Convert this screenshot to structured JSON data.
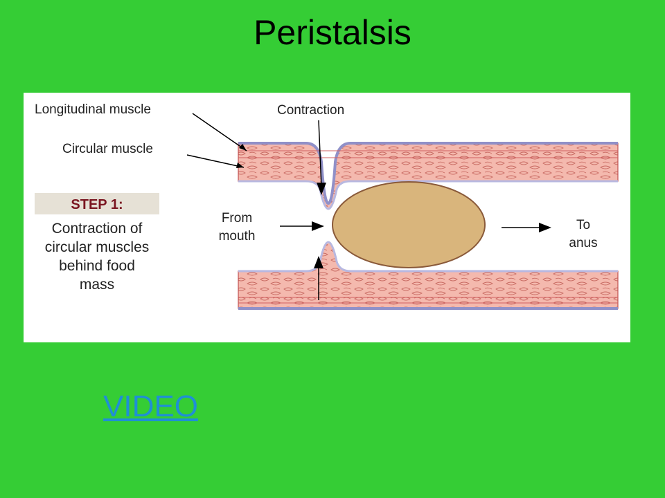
{
  "slide": {
    "title": "Peristalsis",
    "link_label": "VIDEO"
  },
  "diagram": {
    "label_longitudinal": "Longitudinal muscle",
    "label_circular": "Circular muscle",
    "label_contraction": "Contraction",
    "step_title": "STEP 1:",
    "step_lines": [
      "Contraction of",
      "circular muscles",
      "behind food",
      "mass"
    ],
    "from_lines": [
      "From",
      "mouth"
    ],
    "to_lines": [
      "To",
      "anus"
    ],
    "colors": {
      "background": "#35cd35",
      "muscle": "#f2b2a8",
      "muscle_line": "#c05050",
      "outer_band": "#b8b8e0",
      "food_mass": "#d9b57c",
      "step_bg": "#e6e1d6",
      "link": "#1f8fd6"
    }
  }
}
